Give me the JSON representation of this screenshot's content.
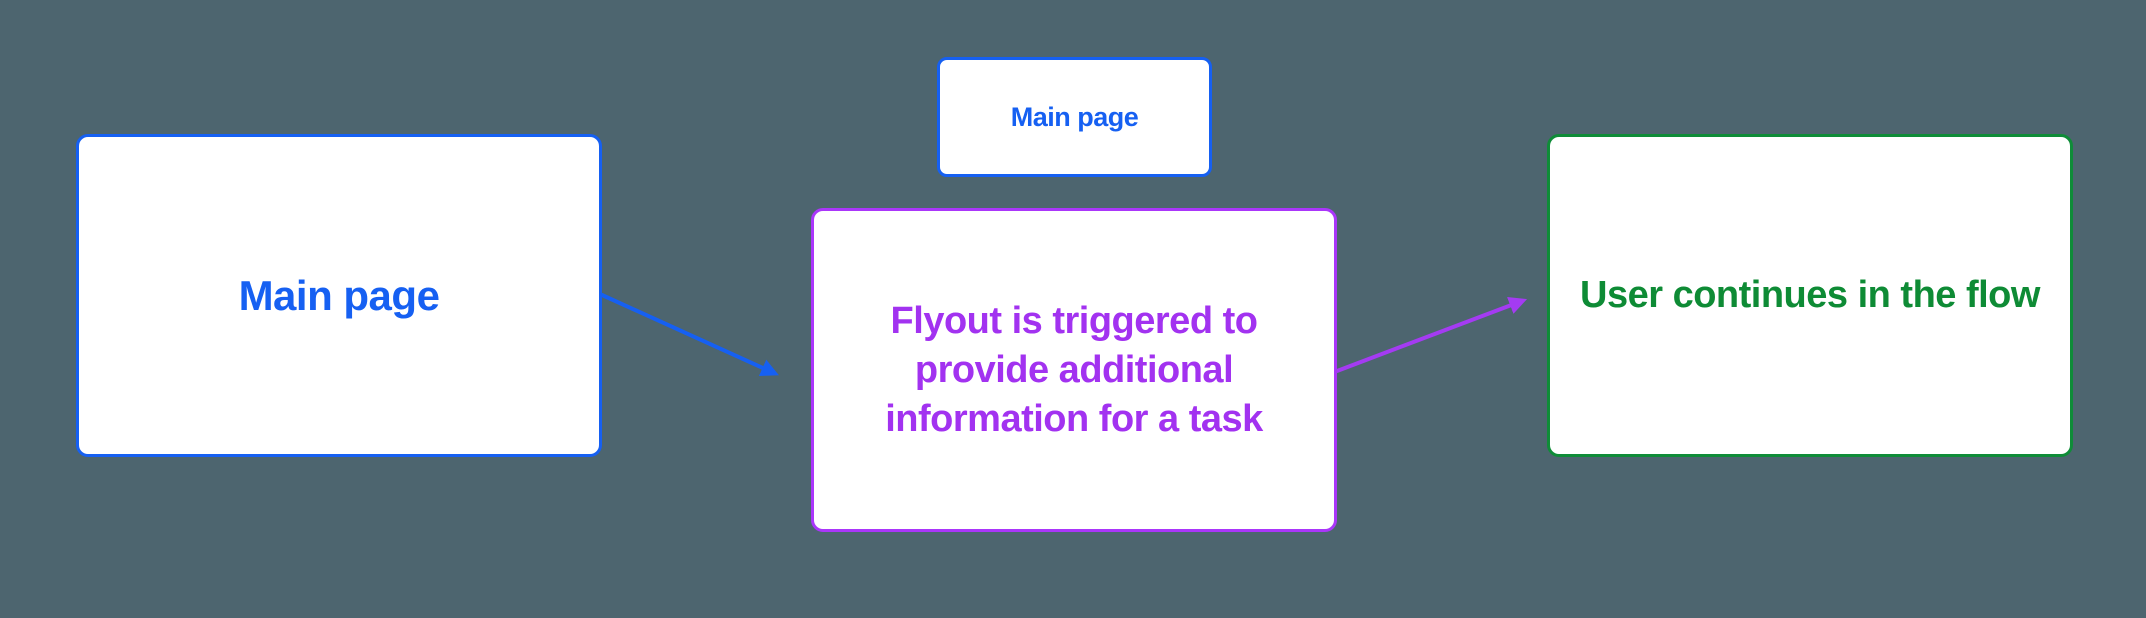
{
  "canvas": {
    "background_color": "#4D656F",
    "node_background_color": "#FFFFFF"
  },
  "nodes": {
    "main_left": {
      "label": "Main page",
      "color": "#1660F2"
    },
    "main_small": {
      "label": "Main page",
      "color": "#1660F2"
    },
    "flyout": {
      "lines": [
        "Flyout is triggered to",
        "provide additional",
        "information for a task"
      ],
      "color": "#A232F0"
    },
    "continue_flow": {
      "label": "User continues in the flow",
      "color": "#0F8C38"
    }
  },
  "edges": [
    {
      "name": "main-page-to-flyout",
      "color": "#1660F2"
    },
    {
      "name": "flyout-to-user-continues",
      "color": "#A43BF2"
    }
  ]
}
